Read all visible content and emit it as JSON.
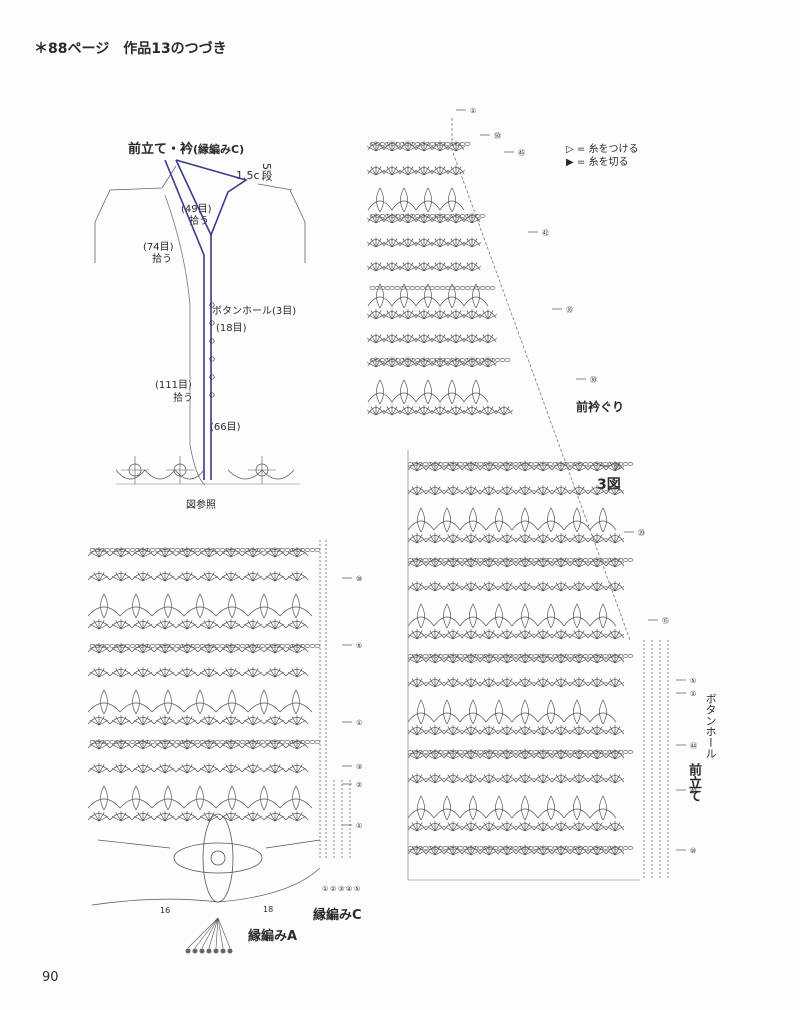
{
  "header": "＊88ページ　作品13のつづき",
  "page_number": "90",
  "front_diagram": {
    "title": "前立て・衿",
    "title_sub": "(縁編みC)",
    "width_label": "1.5c",
    "rows_label": "5段",
    "pick_a_count": "(49目)",
    "pick_a_action": "拾う",
    "pick_b_count": "(74目)",
    "pick_b_action": "拾う",
    "buttonhole": "ボタンホール(3目)",
    "buttonhole_count": "(18目)",
    "pick_c_count": "(111目)",
    "pick_c_action": "拾う",
    "lower_count": "(66目)",
    "see_figure": "図参照"
  },
  "legend": {
    "attach": "糸をつける",
    "cut": "糸を切る",
    "attach_mark": "▷",
    "cut_mark": "▶",
    "eq": "="
  },
  "fig3": {
    "neck_label": "前衿ぐり",
    "figure_label": "3図",
    "front_band_label": "前立て",
    "buttonhole_label": "ボタンホール"
  },
  "bottom": {
    "edge_a": "縁編みA",
    "edge_c": "縁編みC",
    "num_16": "16",
    "num_18": "18"
  },
  "row_markers": {
    "top": [
      "①",
      "㊿",
      "㊺",
      "㊷",
      "㉟",
      "㉚",
      "㉕",
      "⑳",
      "⑮",
      "⑤",
      "①",
      "㊹",
      "㊵",
      "⑩"
    ],
    "left": [
      "⑩",
      "⑤",
      "①",
      "③",
      "②",
      "①"
    ],
    "bottom_band": [
      "①",
      "②",
      "③",
      "④",
      "⑤"
    ]
  }
}
